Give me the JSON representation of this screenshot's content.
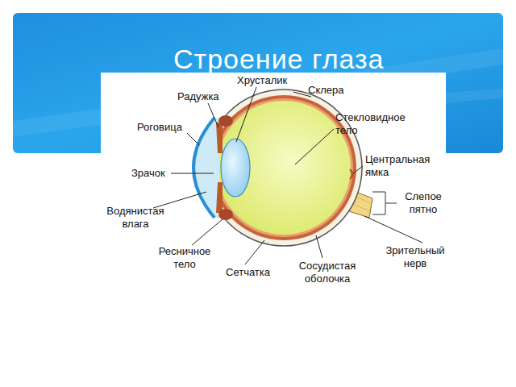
{
  "diagram": {
    "title": "Строение глаза",
    "labels": [
      "Хрусталик",
      "Радужка",
      "Склера",
      "Роговица",
      "Стекловидное тело",
      "Центральная ямка",
      "Зрачок",
      "Слепое пятно",
      "Водянистая влага",
      "Зрительный нерв",
      "Ресничное тело",
      "Сетчатка",
      "Сосудистая оболочка"
    ]
  }
}
